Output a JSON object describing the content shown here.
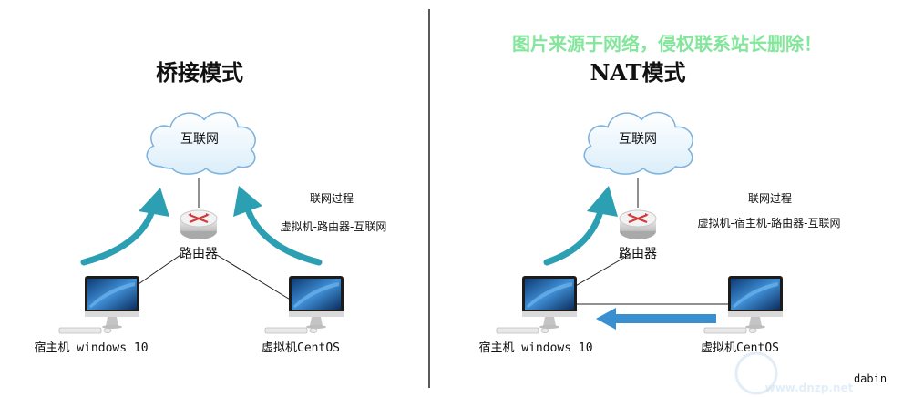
{
  "bridge": {
    "title": "桥接模式",
    "cloud_label": "互联网",
    "router_label": "路由器",
    "process_title": "联网过程",
    "process_path": "虚拟机-路由器-互联网",
    "host_label": "宿主机 windows 10",
    "vm_label": "虚拟机CentOS"
  },
  "nat": {
    "title": "NAT模式",
    "cloud_label": "互联网",
    "router_label": "路由器",
    "process_title": "联网过程",
    "process_path": "虚拟机-宿主机-路由器-互联网",
    "host_label": "宿主机 windows 10",
    "vm_label": "虚拟机CentOS"
  },
  "watermark": "图片来源于网络，侵权联系站长删除！",
  "credit": "dabin",
  "corner_mark": "www.dnzp.net",
  "colors": {
    "arrow_teal": "#2d9fb3",
    "arrow_blue": "#3a8fd0",
    "watermark_green": "#6fe28a"
  }
}
